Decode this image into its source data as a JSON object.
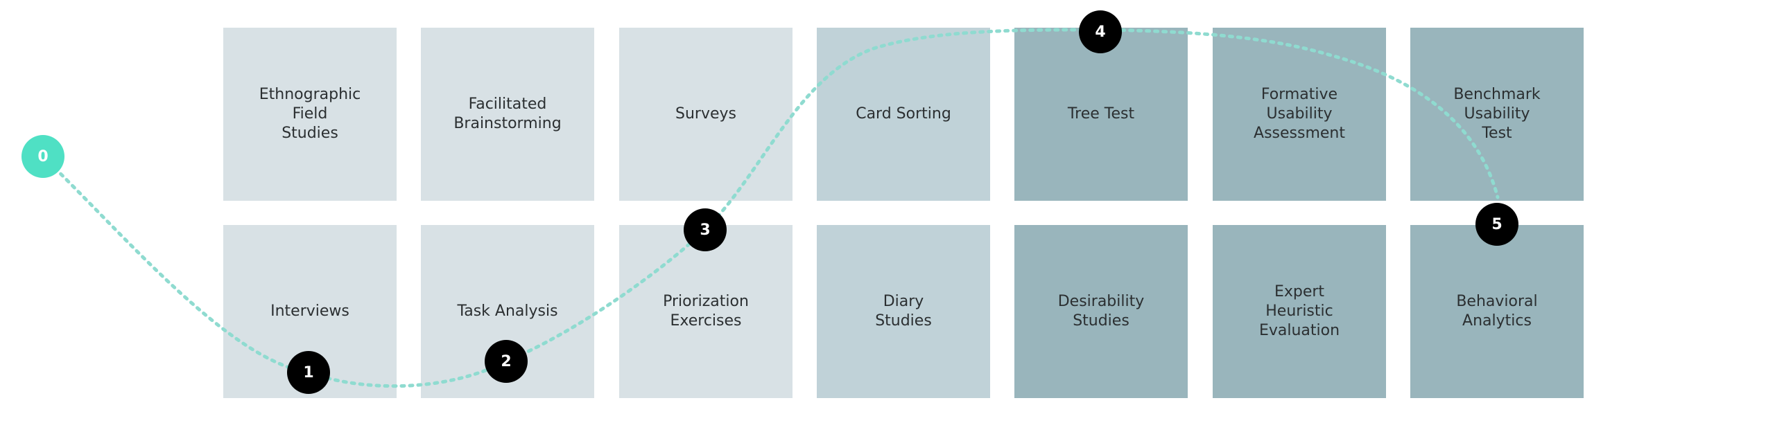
{
  "colors": {
    "tile_light": "#d8e1e5",
    "tile_mid": "#c0d2d8",
    "tile_dark": "#99b5bc",
    "path": "#8fdbd0",
    "marker": "#000000",
    "marker_start": "#4fe0c4"
  },
  "tiles": {
    "row1": [
      {
        "label": "Ethnographic\nField\nStudies",
        "shade": "light"
      },
      {
        "label": "Facilitated\nBrainstorming",
        "shade": "light"
      },
      {
        "label": "Surveys",
        "shade": "light"
      },
      {
        "label": "Card Sorting",
        "shade": "mid"
      },
      {
        "label": "Tree Test",
        "shade": "dark"
      },
      {
        "label": "Formative\nUsability\nAssessment",
        "shade": "dark"
      },
      {
        "label": "Benchmark\nUsability\nTest",
        "shade": "dark"
      }
    ],
    "row2": [
      {
        "label": "Interviews",
        "shade": "light"
      },
      {
        "label": "Task Analysis",
        "shade": "light"
      },
      {
        "label": "Priorization\nExercises",
        "shade": "light"
      },
      {
        "label": "Diary\nStudies",
        "shade": "mid"
      },
      {
        "label": "Desirability\nStudies",
        "shade": "dark"
      },
      {
        "label": "Expert\nHeuristic\nEvaluation",
        "shade": "dark"
      },
      {
        "label": "Behavioral\nAnalytics",
        "shade": "dark"
      }
    ]
  },
  "markers": [
    "0",
    "1",
    "2",
    "3",
    "4",
    "5"
  ]
}
